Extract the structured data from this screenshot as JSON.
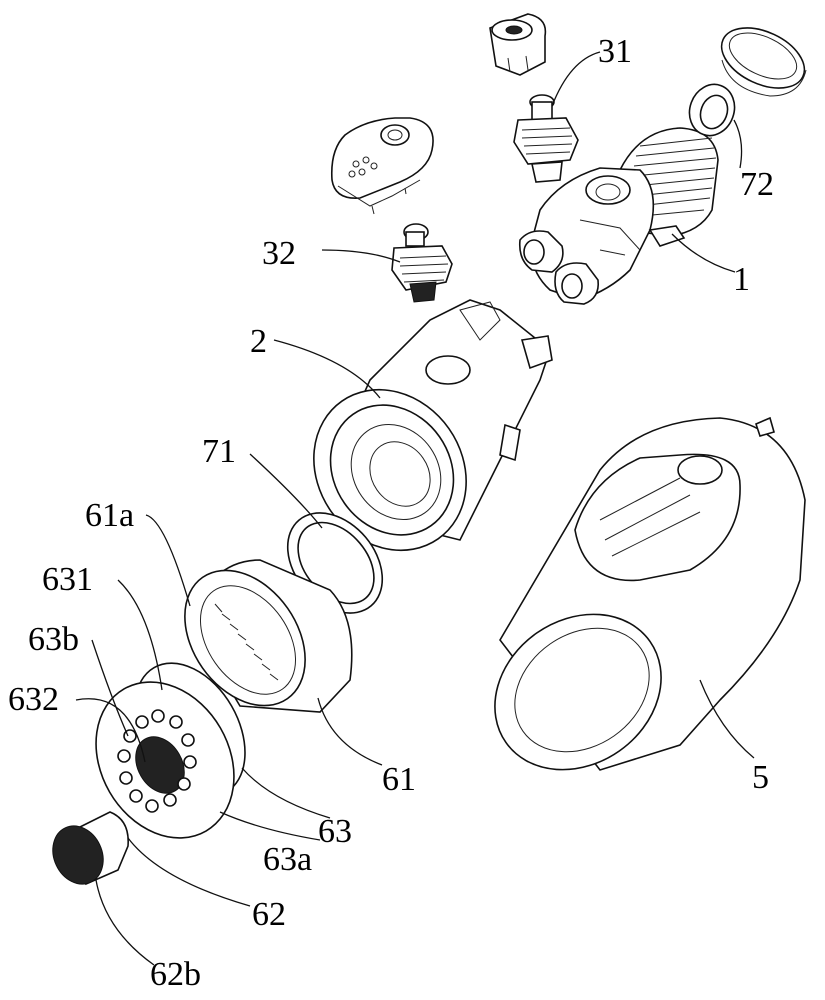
{
  "labels": {
    "l1": "1",
    "l2": "2",
    "l5": "5",
    "l31": "31",
    "l32": "32",
    "l61": "61",
    "l61a": "61a",
    "l62": "62",
    "l62b": "62b",
    "l63": "63",
    "l63a": "63a",
    "l63b": "63b",
    "l631": "631",
    "l632": "632",
    "l71": "71",
    "l72": "72"
  },
  "colors": {
    "ink": "#111111",
    "paper": "#ffffff"
  }
}
